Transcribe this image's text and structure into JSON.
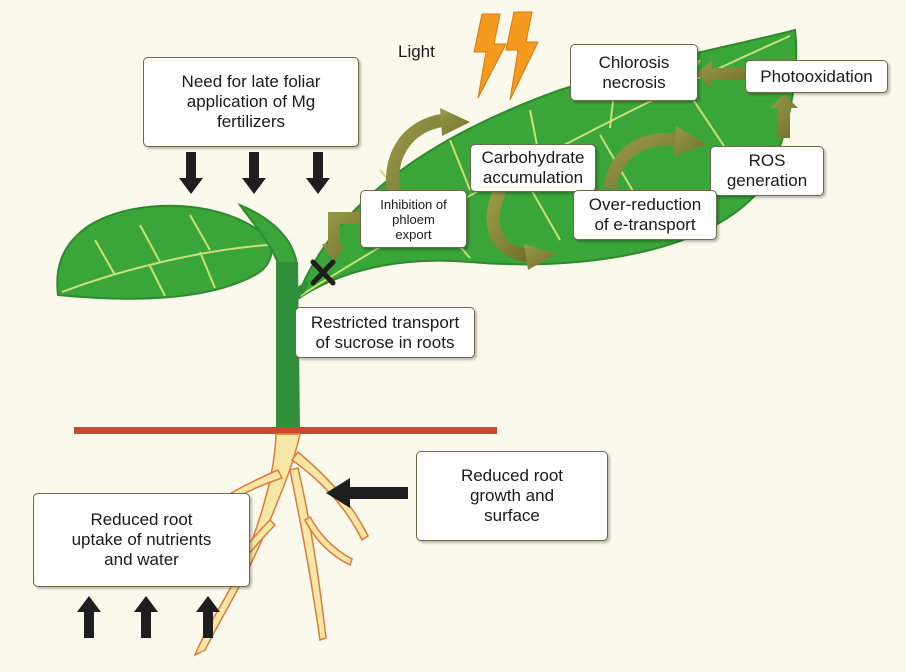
{
  "light_label": "Light",
  "foliar": [
    "Need for late foliar",
    "application of Mg",
    "fertilizers"
  ],
  "chlorosis": [
    "Chlorosis",
    "necrosis"
  ],
  "photooxidation": "Photooxidation",
  "carbohydrate": [
    "Carbohydrate",
    "accumulation"
  ],
  "ros": [
    "ROS",
    "generation"
  ],
  "inhibition": [
    "Inhibition of",
    "phloem",
    "export"
  ],
  "overreduction": [
    "Over-reduction",
    "of e-transport"
  ],
  "restricted": [
    "Restricted transport",
    "of sucrose in roots"
  ],
  "root_growth": [
    "Reduced root",
    "growth and",
    "surface"
  ],
  "root_uptake": [
    "Reduced root",
    "uptake of nutrients",
    "and water"
  ],
  "colors": {
    "leaf": "#3aa63a",
    "vein": "#c8e07a",
    "stem": "#2f8f3a",
    "soil_line": "#c94a2c",
    "root": "#f6e7a6",
    "root_edge": "#e07a3a",
    "cycle_arrow": "#8a8a3a",
    "black_arrow": "#1e1e1e",
    "lightning": "#f39a1f"
  }
}
